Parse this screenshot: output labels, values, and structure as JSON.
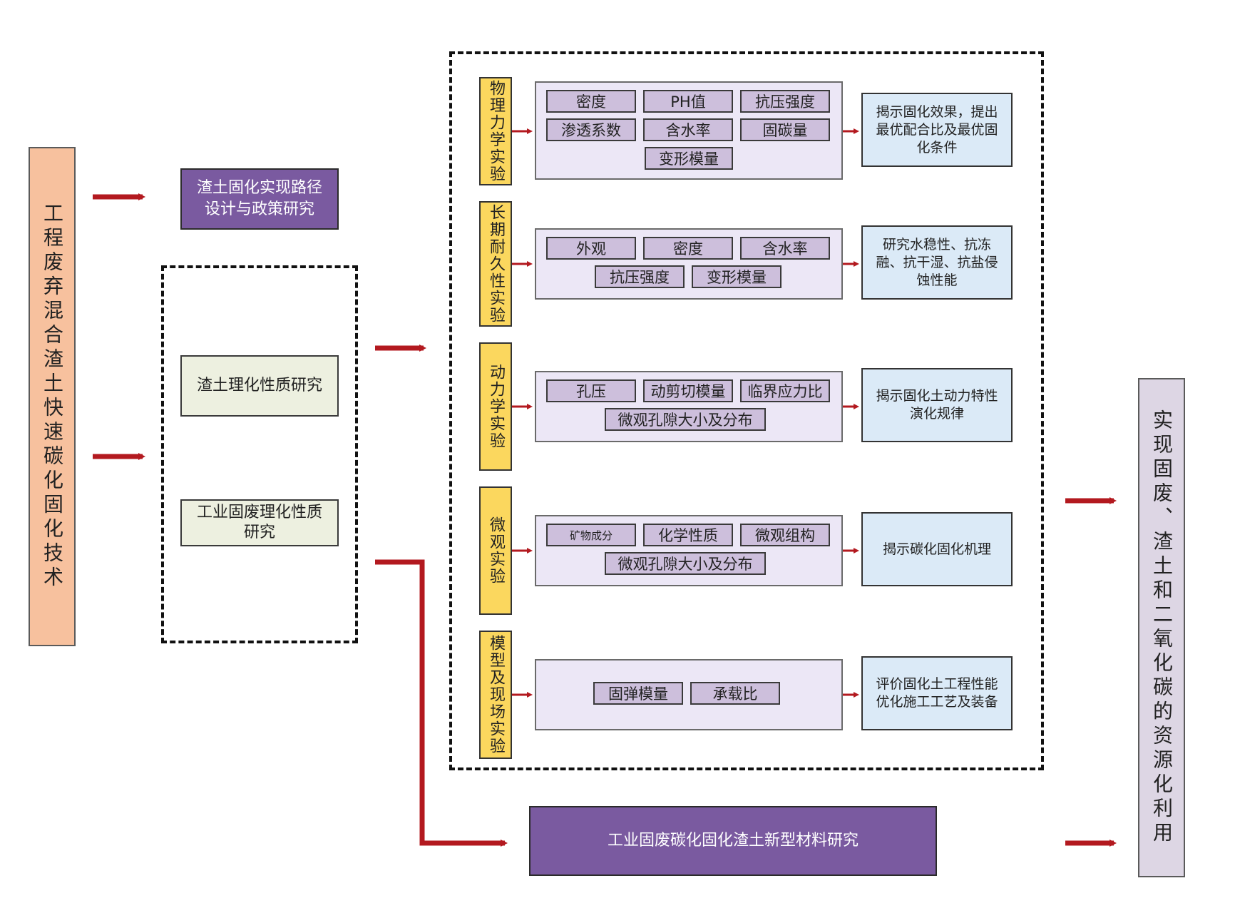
{
  "left_main": "工程废弃混合渣土快速碳化固化技术",
  "top_purple": "渣土固化实现路径设计与政策研究",
  "beige_1": "渣土理化性质研究",
  "beige_2": "工业固废理化性质研究",
  "bottom_purple": "工业固废碳化固化渣土新型材料研究",
  "right_main": "实现固废、渣土和二氧化碳的资源化利用",
  "experiments": [
    {
      "label": "物理力学实验",
      "chips": [
        "密度",
        "PH值",
        "抗压强度",
        "渗透系数",
        "含水率",
        "固碳量",
        "变形模量"
      ],
      "result": "揭示固化效果，提出最优配合比及最优固化条件"
    },
    {
      "label": "长期耐久性实验",
      "chips": [
        "外观",
        "密度",
        "含水率",
        "抗压强度",
        "变形模量"
      ],
      "result": "研究水稳性、抗冻融、抗干湿、抗盐侵蚀性能"
    },
    {
      "label": "动力学实验",
      "chips": [
        "孔压",
        "动剪切模量",
        "临界应力比",
        "微观孔隙大小及分布"
      ],
      "result": "揭示固化土动力特性演化规律"
    },
    {
      "label": "微观实验",
      "chips": [
        "矿物成分",
        "化学性质",
        "微观组构",
        "微观孔隙大小及分布"
      ],
      "result": "揭示碳化固化机理"
    },
    {
      "label": "模型及现场实验",
      "chips": [
        "固弹模量",
        "承载比"
      ],
      "result": "评价固化土工程性能优化施工工艺及装备"
    }
  ],
  "colors": {
    "arrow": "#b3191f",
    "purple": "#7a5aa0",
    "yellow": "#fbd75e",
    "blue": "#dbeaf7",
    "orange": "#f7c19e"
  }
}
